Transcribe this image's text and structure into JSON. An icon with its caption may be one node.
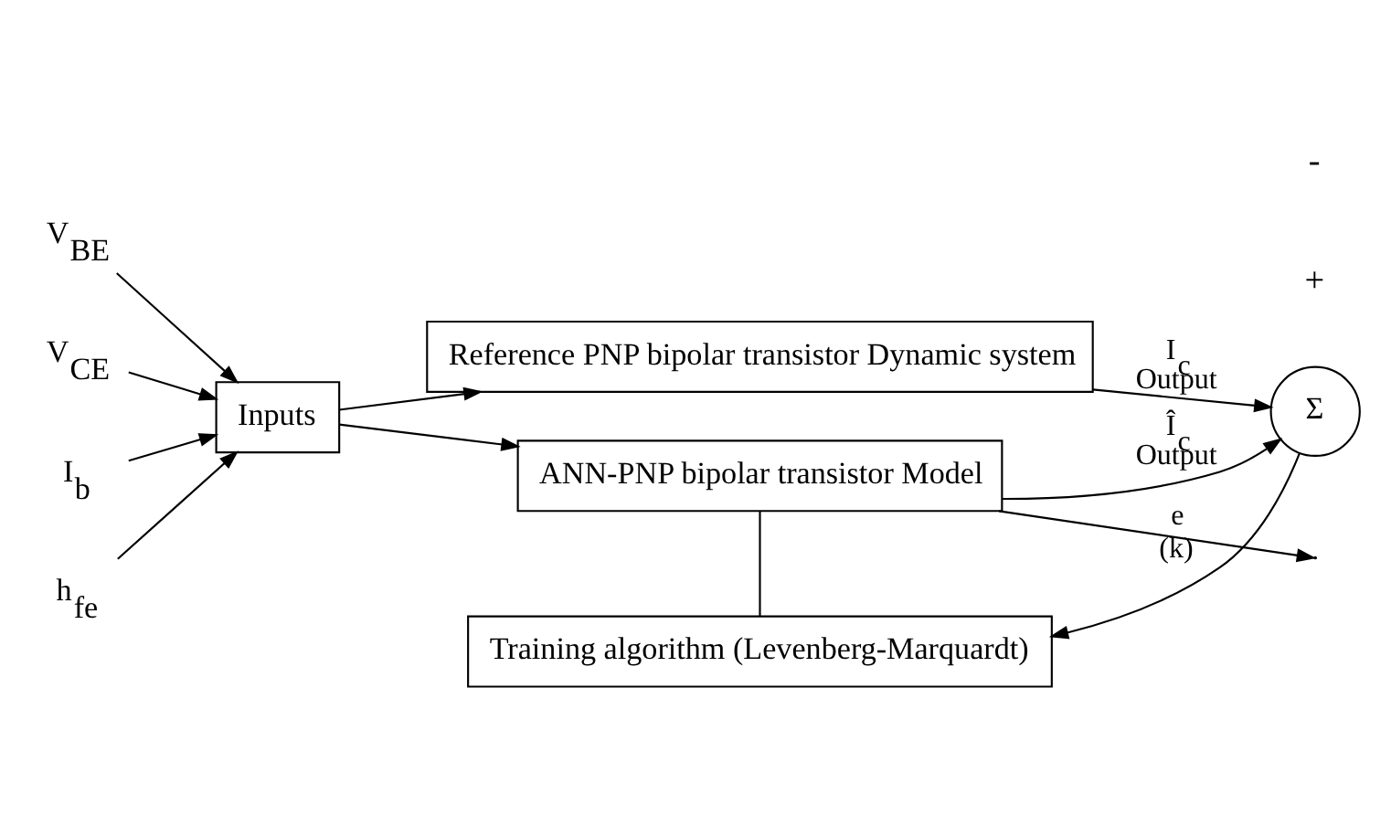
{
  "diagram": {
    "nodes": [
      {
        "text": [
          "V$_{BE}$"
        ]
      },
      {
        "text": [
          "V$_{CE}$"
        ]
      },
      {
        "text": [
          "I$_{b}$"
        ]
      },
      {
        "text": [
          "h$_{fe}$"
        ]
      },
      {
        "text": [
          "Inputs"
        ]
      },
      {
        "text": [
          "Reference PNP bipolar transistor Dynamic system"
        ]
      },
      {
        "text": [
          "ANN-PNP bipolar transistor Model"
        ]
      },
      {
        "text": [
          "Σ"
        ]
      },
      {
        "text": [
          "Training algorithm (Levenberg-Marquardt)"
        ]
      }
    ],
    "edges": [
      {
        "from": 0,
        "to": 4,
        "arrow": "to"
      },
      {
        "from": 1,
        "to": 4,
        "arrow": "to"
      },
      {
        "from": 2,
        "to": 4,
        "arrow": "to"
      },
      {
        "from": 3,
        "to": 4,
        "arrow": "to"
      },
      {
        "from": 4,
        "to": 5,
        "arrow": "to"
      },
      {
        "from": 4,
        "to": 6,
        "arrow": "to"
      },
      {
        "from": 5,
        "to": 7,
        "arrow": "to",
        "label": "I$_{c}$ Output"
      },
      {
        "from": 6,
        "to": 7,
        "arrow": "to",
        "label": "Î$_{c}$ Output"
      },
      {
        "from": 7,
        "to": 8,
        "arrow": "to",
        "label": "e (k)"
      },
      {
        "from": 8,
        "to": 6,
        "arrow": "none"
      },
      {
        "from": 6,
        "to": null,
        "arrow": "to"
      }
    ],
    "labels": [
      "+",
      "-"
    ]
  }
}
